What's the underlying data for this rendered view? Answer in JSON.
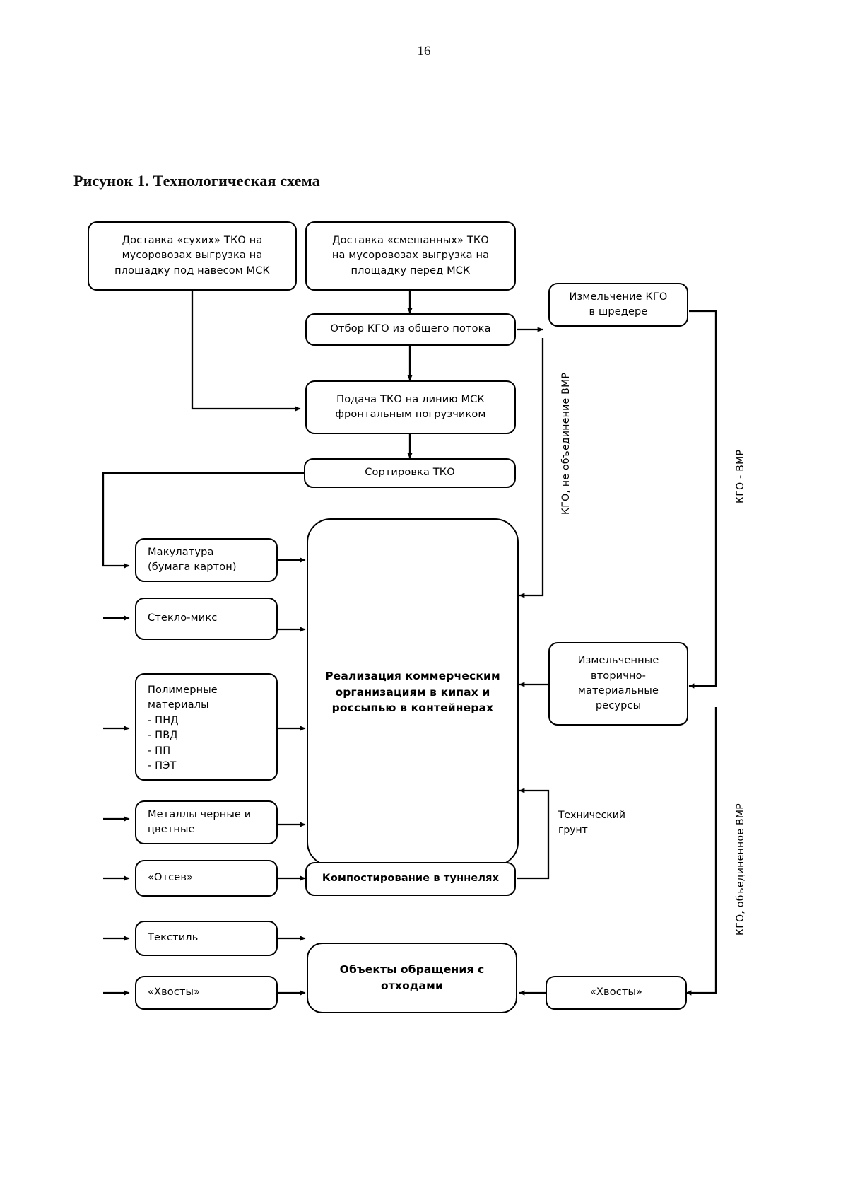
{
  "page": {
    "number": "16"
  },
  "figure": {
    "title": "Рисунок 1. Технологическая схема"
  },
  "nodes": {
    "delivery_dry": {
      "lines": [
        "Доставка «сухих» ТКО на",
        "мусоровозах  выгрузка на",
        "площадку под навесом МСК"
      ]
    },
    "delivery_mixed": {
      "lines": [
        "Доставка «смешанных» ТКО",
        "на мусоровозах  выгрузка на",
        "площадку перед МСК"
      ]
    },
    "kgo_selection": {
      "lines": [
        "Отбор КГО из общего потока"
      ]
    },
    "shredder": {
      "lines": [
        "Измельчение КГО",
        "в шредере"
      ]
    },
    "feed_line": {
      "lines": [
        "Подача ТКО на линию МСК",
        "фронтальным погрузчиком"
      ]
    },
    "sorting": {
      "lines": [
        "Сортировка ТКО"
      ]
    },
    "paper": {
      "lines": [
        "Макулатура",
        "(бумага  картон)"
      ]
    },
    "glass": {
      "lines": [
        "Стекло-микс"
      ]
    },
    "polymers": {
      "lines": [
        "Полимерные",
        "материалы",
        "- ПНД",
        "- ПВД",
        "- ПП",
        "- ПЭТ"
      ]
    },
    "metals": {
      "lines": [
        "Металлы черные и",
        "цветные"
      ]
    },
    "screenings": {
      "lines": [
        "«Отсев»"
      ]
    },
    "textile": {
      "lines": [
        "Текстиль"
      ]
    },
    "tails_left": {
      "lines": [
        "«Хвосты»"
      ]
    },
    "sale": {
      "lines": [
        "Реализация коммерческим",
        "организациям в кипах и",
        "россыпью в контейнерах"
      ]
    },
    "shredded_vmr": {
      "lines": [
        "Измельченные",
        "вторично-",
        "материальные",
        "ресурсы"
      ]
    },
    "composting": {
      "lines": [
        "Компостирование в туннелях"
      ]
    },
    "waste_objects": {
      "lines": [
        "Объекты обращения с",
        "отходами"
      ]
    },
    "tails_right": {
      "lines": [
        "«Хвосты»"
      ]
    }
  },
  "edge_labels": {
    "kgo_not_united_vmr": "КГО, не объединение ВМР",
    "kgo_vmr": "КГО - ВМР",
    "technical_ground": "Технический\nгрунт",
    "technical_ground_line1": "Технический",
    "technical_ground_line2": "грунт",
    "kgo_united_vmr": "КГО, объединенное ВМР"
  },
  "colors": {
    "stroke": "#000000",
    "background": "#ffffff",
    "text": "#000000"
  }
}
